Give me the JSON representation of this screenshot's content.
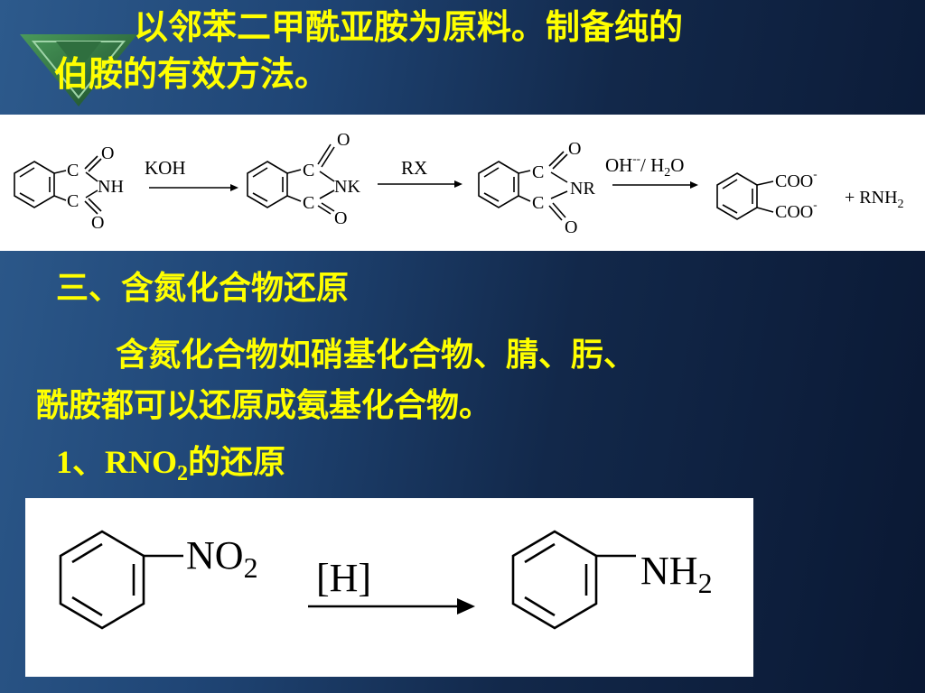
{
  "title": {
    "line1": "以邻苯二甲酰亚胺为原料。制备纯的",
    "line2": "伯胺的有效方法。"
  },
  "gabriel": {
    "atoms": {
      "O": "O",
      "C": "C",
      "NH": "NH",
      "NK": "NK",
      "NR": "NR",
      "COO": "COO",
      "minus": "-"
    },
    "reagent1": "KOH",
    "reagent2": "RX",
    "reagent3_oh": "OH",
    "reagent3_charge": "--",
    "reagent3_sep": "/ H",
    "reagent3_sub": "2",
    "reagent3_o": "O",
    "product_plus": "+ RNH",
    "product_sub": "2"
  },
  "section": {
    "heading": "三、含氮化合物还原"
  },
  "paragraph": {
    "line1": "含氮化合物如硝基化合物、腈、肟、",
    "line2": "酰胺都可以还原成氨基化合物。"
  },
  "subheading": {
    "prefix": "1、RNO",
    "sub": "2",
    "suffix": "的还原"
  },
  "nitro": {
    "reactant_label": "NO",
    "reactant_sub": "2",
    "reagent": "[H]",
    "product_label": "NH",
    "product_sub": "2"
  },
  "colors": {
    "text": "#ffff00",
    "panel": "#ffffff",
    "background": "#1f4575"
  },
  "icons": {
    "logo": "green-triangle-logo-icon"
  }
}
